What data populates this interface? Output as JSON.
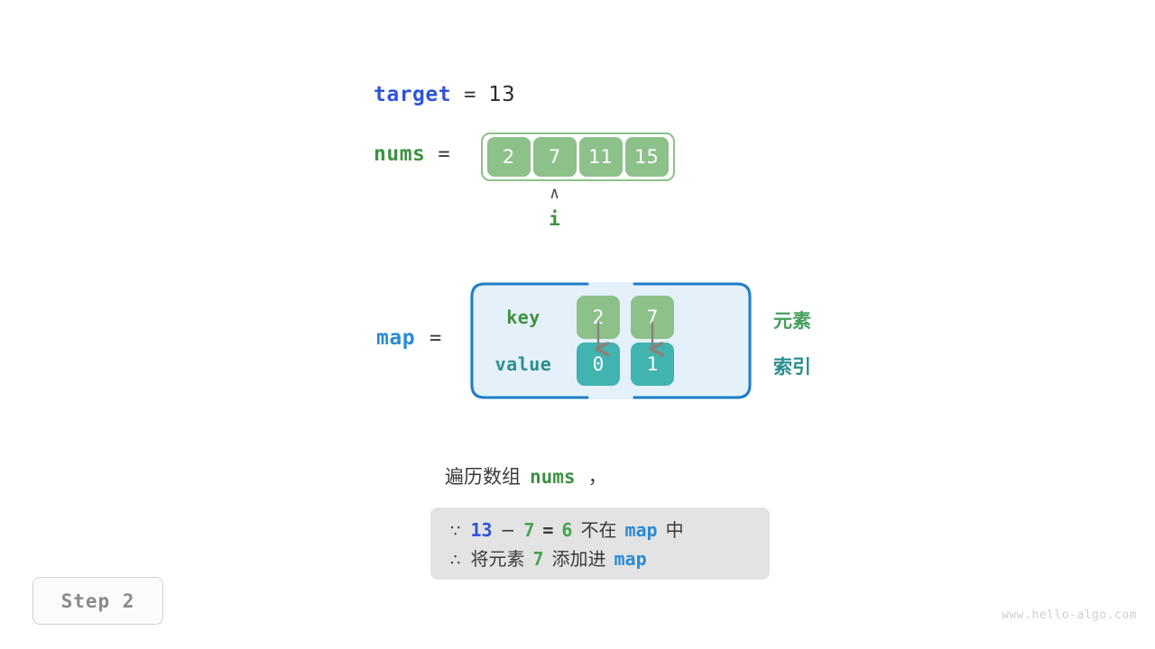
{
  "target": {
    "name": "target",
    "equals": "=",
    "value": "13"
  },
  "nums": {
    "name": "nums",
    "equals": "=",
    "cells": [
      "2",
      "7",
      "11",
      "15"
    ]
  },
  "pointer": {
    "caret": "∧",
    "label": "i",
    "index": 1
  },
  "map": {
    "name": "map",
    "equals": "=",
    "key_label": "key",
    "value_label": "value",
    "keys": [
      "2",
      "7"
    ],
    "values": [
      "0",
      "1"
    ],
    "legend_element": "元素",
    "legend_index": "索引"
  },
  "caption": {
    "prefix": "遍历数组",
    "variable": "nums",
    "suffix": "，"
  },
  "note": {
    "line1": {
      "symbol": "∵",
      "t1": "13",
      "t2": "−",
      "t3": "7",
      "t4": "=",
      "t5": "6",
      "t6": "不在",
      "t7": "map",
      "t8": "中"
    },
    "line2": {
      "symbol": "∴",
      "t1": "将元素",
      "t2": "7",
      "t3": "添加进",
      "t4": "map"
    }
  },
  "step_badge": "Step 2",
  "watermark": "www.hello-algo.com",
  "colors": {
    "green_cell": "#8cc189",
    "teal_cell": "#41b3b0",
    "map_panel_bg": "#e4f0fa",
    "map_panel_border": "#1f7fc4",
    "target_blue": "#2f54d9",
    "map_blue": "#2b8bd4",
    "nums_green": "#3f9143",
    "note_bg": "#e3e3e3",
    "arrow_gray": "#8a8279"
  }
}
